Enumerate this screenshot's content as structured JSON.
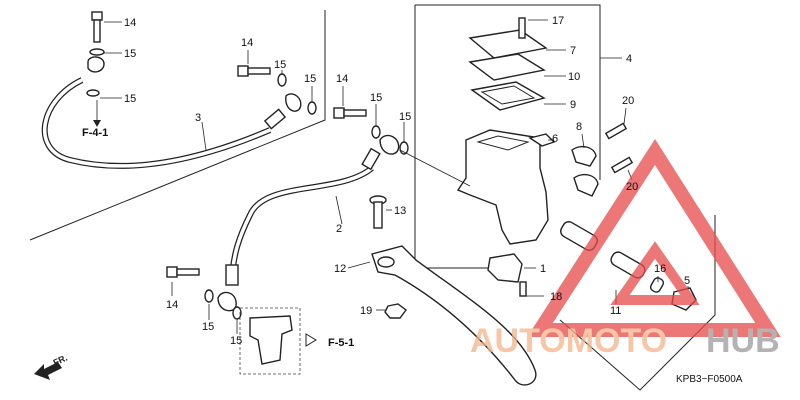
{
  "labels": {
    "p14a": "14",
    "p15a": "15",
    "p15b": "15",
    "p3": "3",
    "p14b": "14",
    "p15c": "15",
    "p15d": "15",
    "p14c": "14",
    "p15e": "15",
    "p15f": "15",
    "p2": "2",
    "p13": "13",
    "p12": "12",
    "p19": "19",
    "p14d": "14",
    "p15g": "15",
    "p15h": "15",
    "p17": "17",
    "p7": "7",
    "p10": "10",
    "p9": "9",
    "p4": "4",
    "p6": "6",
    "p8": "8",
    "p20a": "20",
    "p20b": "20",
    "p1": "1",
    "p18": "18",
    "p16": "16",
    "p5": "5",
    "p11": "11"
  },
  "refs": {
    "f41": "F-4-1",
    "f51": "F-5-1"
  },
  "direction": "FR.",
  "diagram_code": "KPB3−F0500A",
  "watermark": {
    "left": "AUTOMOTO",
    "right": "HUB",
    "left_color": "#f5b48a",
    "right_color": "#9a9a9a",
    "triangle_color": "#e84a4a"
  }
}
